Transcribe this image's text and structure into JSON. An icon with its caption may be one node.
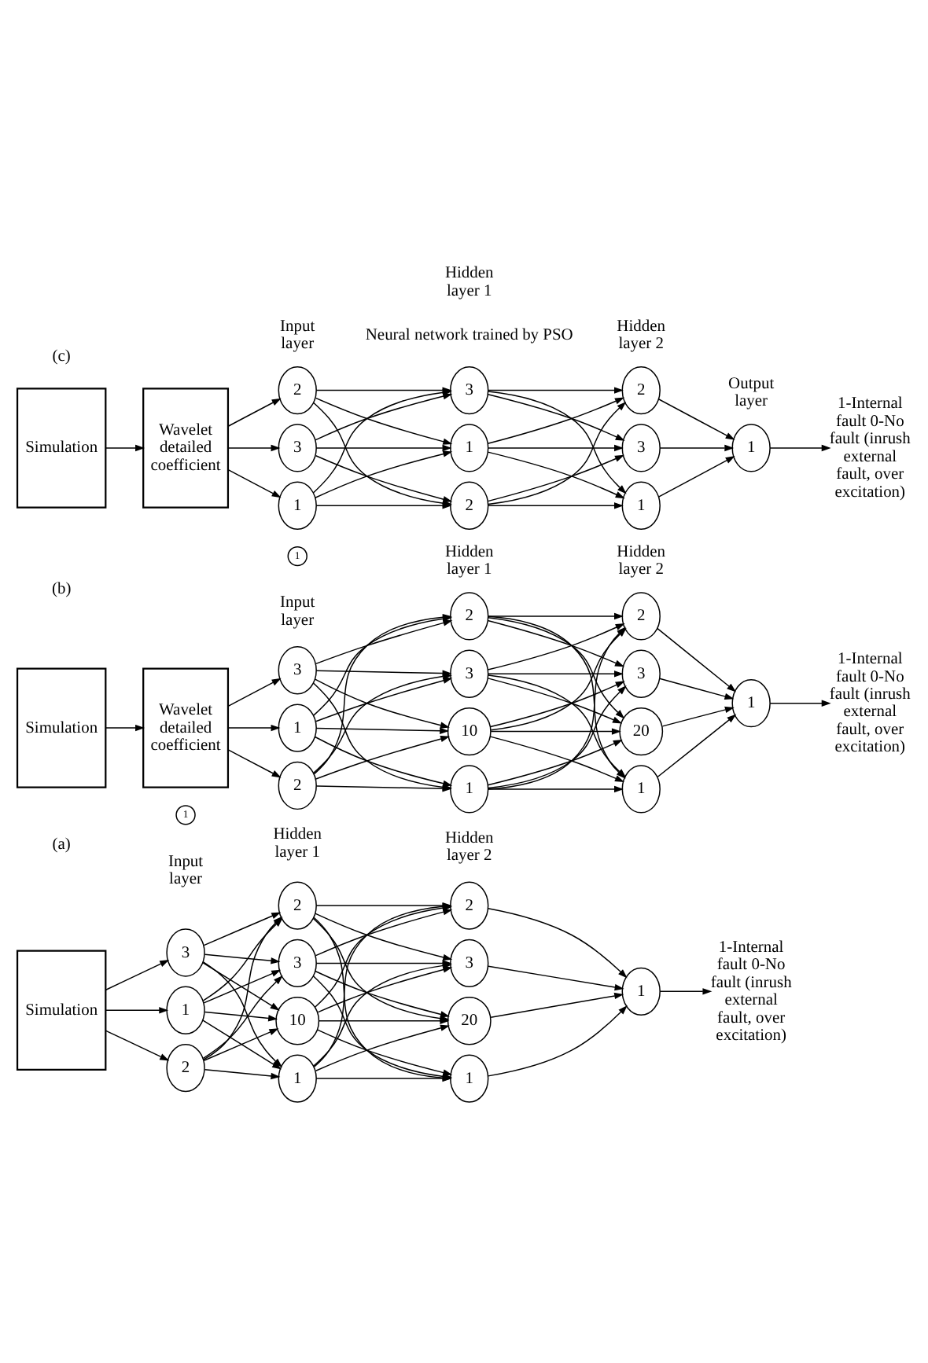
{
  "diagram": {
    "nodes": [
      {
        "text": [
          "Simulation"
        ]
      },
      {
        "text": [
          "1"
        ]
      },
      {
        "text": [
          "2"
        ]
      },
      {
        "text": [
          "3"
        ]
      },
      {
        "text": [
          "1"
        ]
      },
      {
        "text": [
          "1"
        ]
      },
      {
        "text": [
          "2"
        ]
      },
      {
        "text": [
          "3"
        ]
      },
      {
        "text": [
          "10"
        ]
      },
      {
        "text": [
          "1"
        ]
      },
      {
        "text": [
          "2"
        ]
      },
      {
        "text": [
          "3"
        ]
      },
      {
        "text": [
          "20"
        ]
      },
      {
        "text": [
          "1"
        ]
      },
      {
        "text": [
          "1-Internal fault 0-No fault (inrush external fault, over excitation)"
        ]
      },
      {
        "text": [
          "Simulation"
        ]
      },
      {
        "text": [
          "Wavelet detailed coefficient"
        ]
      },
      {
        "text": [
          "1"
        ]
      },
      {
        "text": [
          "2"
        ]
      },
      {
        "text": [
          "3"
        ]
      },
      {
        "text": [
          "1"
        ]
      },
      {
        "text": [
          "1"
        ]
      },
      {
        "text": [
          "2"
        ]
      },
      {
        "text": [
          "3"
        ]
      },
      {
        "text": [
          "10"
        ]
      },
      {
        "text": [
          "1"
        ]
      },
      {
        "text": [
          "2"
        ]
      },
      {
        "text": [
          "3"
        ]
      },
      {
        "text": [
          "20"
        ]
      },
      {
        "text": [
          "1"
        ]
      },
      {
        "text": [
          "1-Internal fault 0-No fault (inrush external fault, over excitation)"
        ]
      },
      {
        "text": [
          "Simulation"
        ]
      },
      {
        "text": [
          "Wavelet detailed coefficient"
        ]
      },
      {
        "text": [
          "1"
        ]
      },
      {
        "text": [
          "2"
        ]
      },
      {
        "text": [
          "3"
        ]
      },
      {
        "text": [
          "1"
        ]
      },
      {
        "text": [
          "2"
        ]
      },
      {
        "text": [
          "3"
        ]
      },
      {
        "text": [
          "1"
        ]
      },
      {
        "text": [
          "2"
        ]
      },
      {
        "text": [
          "3"
        ]
      },
      {
        "text": [
          "1"
        ]
      },
      {
        "text": [
          "1-Internal fault 0-No fault (inrush external fault, over excitation)"
        ]
      }
    ],
    "edges": [
      {
        "from": 0,
        "to": 1,
        "arrow": "to"
      },
      {
        "from": 0,
        "to": 2,
        "arrow": "to"
      },
      {
        "from": 0,
        "to": 3,
        "arrow": "to"
      },
      {
        "from": 1,
        "to": 5,
        "arrow": "to"
      },
      {
        "from": 1,
        "to": 6,
        "arrow": "to"
      },
      {
        "from": 1,
        "to": 7,
        "arrow": "to"
      },
      {
        "from": 1,
        "to": 8,
        "arrow": "to"
      },
      {
        "from": 2,
        "to": 5,
        "arrow": "to"
      },
      {
        "from": 2,
        "to": 6,
        "arrow": "to"
      },
      {
        "from": 2,
        "to": 7,
        "arrow": "to"
      },
      {
        "from": 2,
        "to": 8,
        "arrow": "to"
      },
      {
        "from": 3,
        "to": 5,
        "arrow": "to"
      },
      {
        "from": 3,
        "to": 6,
        "arrow": "to"
      },
      {
        "from": 3,
        "to": 7,
        "arrow": "to"
      },
      {
        "from": 3,
        "to": 8,
        "arrow": "to"
      },
      {
        "from": 5,
        "to": 9,
        "arrow": "to"
      },
      {
        "from": 5,
        "to": 10,
        "arrow": "to"
      },
      {
        "from": 5,
        "to": 11,
        "arrow": "to"
      },
      {
        "from": 5,
        "to": 12,
        "arrow": "to"
      },
      {
        "from": 6,
        "to": 9,
        "arrow": "to"
      },
      {
        "from": 6,
        "to": 10,
        "arrow": "to"
      },
      {
        "from": 6,
        "to": 11,
        "arrow": "to"
      },
      {
        "from": 6,
        "to": 12,
        "arrow": "to"
      },
      {
        "from": 7,
        "to": 9,
        "arrow": "to"
      },
      {
        "from": 7,
        "to": 10,
        "arrow": "to"
      },
      {
        "from": 7,
        "to": 11,
        "arrow": "to"
      },
      {
        "from": 7,
        "to": 12,
        "arrow": "to"
      },
      {
        "from": 8,
        "to": 9,
        "arrow": "to"
      },
      {
        "from": 8,
        "to": 10,
        "arrow": "to"
      },
      {
        "from": 8,
        "to": 11,
        "arrow": "to"
      },
      {
        "from": 8,
        "to": 12,
        "arrow": "to"
      },
      {
        "from": 9,
        "to": 13,
        "arrow": "to"
      },
      {
        "from": 10,
        "to": 13,
        "arrow": "to"
      },
      {
        "from": 11,
        "to": 13,
        "arrow": "to"
      },
      {
        "from": 12,
        "to": 13,
        "arrow": "to"
      },
      {
        "from": 13,
        "to": 14,
        "arrow": "to"
      },
      {
        "from": 15,
        "to": 16,
        "arrow": "to"
      },
      {
        "from": 16,
        "to": 17,
        "arrow": "to"
      },
      {
        "from": 16,
        "to": 18,
        "arrow": "to"
      },
      {
        "from": 16,
        "to": 19,
        "arrow": "to"
      },
      {
        "from": 17,
        "to": 21,
        "arrow": "to"
      },
      {
        "from": 17,
        "to": 22,
        "arrow": "to"
      },
      {
        "from": 17,
        "to": 23,
        "arrow": "to"
      },
      {
        "from": 17,
        "to": 24,
        "arrow": "to"
      },
      {
        "from": 18,
        "to": 21,
        "arrow": "to"
      },
      {
        "from": 18,
        "to": 22,
        "arrow": "to"
      },
      {
        "from": 18,
        "to": 23,
        "arrow": "to"
      },
      {
        "from": 18,
        "to": 24,
        "arrow": "to"
      },
      {
        "from": 19,
        "to": 21,
        "arrow": "to"
      },
      {
        "from": 19,
        "to": 22,
        "arrow": "to"
      },
      {
        "from": 19,
        "to": 23,
        "arrow": "to"
      },
      {
        "from": 19,
        "to": 24,
        "arrow": "to"
      },
      {
        "from": 21,
        "to": 25,
        "arrow": "to"
      },
      {
        "from": 21,
        "to": 26,
        "arrow": "to"
      },
      {
        "from": 21,
        "to": 27,
        "arrow": "to"
      },
      {
        "from": 21,
        "to": 28,
        "arrow": "to"
      },
      {
        "from": 22,
        "to": 25,
        "arrow": "to"
      },
      {
        "from": 22,
        "to": 26,
        "arrow": "to"
      },
      {
        "from": 22,
        "to": 27,
        "arrow": "to"
      },
      {
        "from": 22,
        "to": 28,
        "arrow": "to"
      },
      {
        "from": 23,
        "to": 25,
        "arrow": "to"
      },
      {
        "from": 23,
        "to": 26,
        "arrow": "to"
      },
      {
        "from": 23,
        "to": 27,
        "arrow": "to"
      },
      {
        "from": 23,
        "to": 28,
        "arrow": "to"
      },
      {
        "from": 24,
        "to": 25,
        "arrow": "to"
      },
      {
        "from": 24,
        "to": 26,
        "arrow": "to"
      },
      {
        "from": 24,
        "to": 27,
        "arrow": "to"
      },
      {
        "from": 24,
        "to": 28,
        "arrow": "to"
      },
      {
        "from": 25,
        "to": 29,
        "arrow": "to"
      },
      {
        "from": 26,
        "to": 29,
        "arrow": "to"
      },
      {
        "from": 27,
        "to": 29,
        "arrow": "to"
      },
      {
        "from": 28,
        "to": 29,
        "arrow": "to"
      },
      {
        "from": 29,
        "to": 30,
        "arrow": "to"
      },
      {
        "from": 31,
        "to": 32,
        "arrow": "to"
      },
      {
        "from": 32,
        "to": 33,
        "arrow": "to"
      },
      {
        "from": 32,
        "to": 34,
        "arrow": "to"
      },
      {
        "from": 32,
        "to": 35,
        "arrow": "to"
      },
      {
        "from": 33,
        "to": 36,
        "arrow": "to"
      },
      {
        "from": 33,
        "to": 37,
        "arrow": "to"
      },
      {
        "from": 33,
        "to": 38,
        "arrow": "to"
      },
      {
        "from": 34,
        "to": 36,
        "arrow": "to"
      },
      {
        "from": 34,
        "to": 37,
        "arrow": "to"
      },
      {
        "from": 34,
        "to": 38,
        "arrow": "to"
      },
      {
        "from": 35,
        "to": 36,
        "arrow": "to"
      },
      {
        "from": 35,
        "to": 37,
        "arrow": "to"
      },
      {
        "from": 35,
        "to": 38,
        "arrow": "to"
      },
      {
        "from": 36,
        "to": 39,
        "arrow": "to"
      },
      {
        "from": 36,
        "to": 40,
        "arrow": "to"
      },
      {
        "from": 36,
        "to": 41,
        "arrow": "to"
      },
      {
        "from": 37,
        "to": 39,
        "arrow": "to"
      },
      {
        "from": 37,
        "to": 40,
        "arrow": "to"
      },
      {
        "from": 37,
        "to": 41,
        "arrow": "to"
      },
      {
        "from": 38,
        "to": 39,
        "arrow": "to"
      },
      {
        "from": 38,
        "to": 40,
        "arrow": "to"
      },
      {
        "from": 38,
        "to": 41,
        "arrow": "to"
      },
      {
        "from": 39,
        "to": 42,
        "arrow": "to"
      },
      {
        "from": 40,
        "to": 42,
        "arrow": "to"
      },
      {
        "from": 41,
        "to": 42,
        "arrow": "to"
      },
      {
        "from": 42,
        "to": 43,
        "arrow": "to"
      }
    ],
    "labels": [
      "(a)",
      "Input layer",
      "Hidden layer 1",
      "Hidden layer 2",
      "(b)",
      "Input layer",
      "Hidden layer 1",
      "Hidden layer 2",
      "(c)",
      "Neural network trained by PSO",
      "Input layer",
      "Hidden layer 1",
      "Hidden layer 2",
      "Output layer"
    ]
  }
}
